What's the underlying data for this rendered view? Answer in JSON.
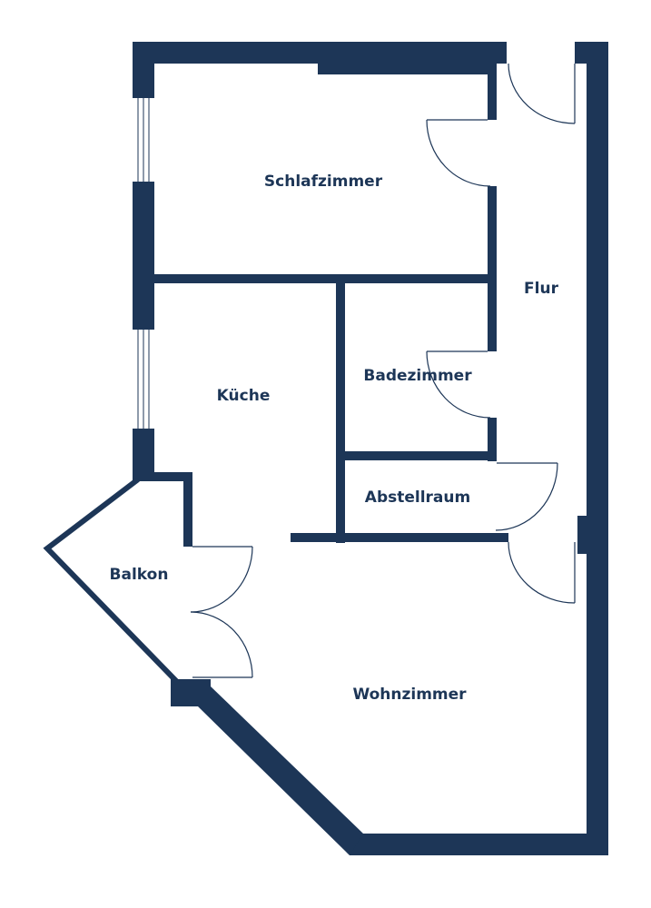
{
  "plan": {
    "wall_color": "#1d3657",
    "rooms": {
      "schlafzimmer": "Schlafzimmer",
      "flur": "Flur",
      "kueche": "Küche",
      "badezimmer": "Badezimmer",
      "abstellraum": "Abstellraum",
      "balkon": "Balkon",
      "wohnzimmer": "Wohnzimmer"
    }
  }
}
